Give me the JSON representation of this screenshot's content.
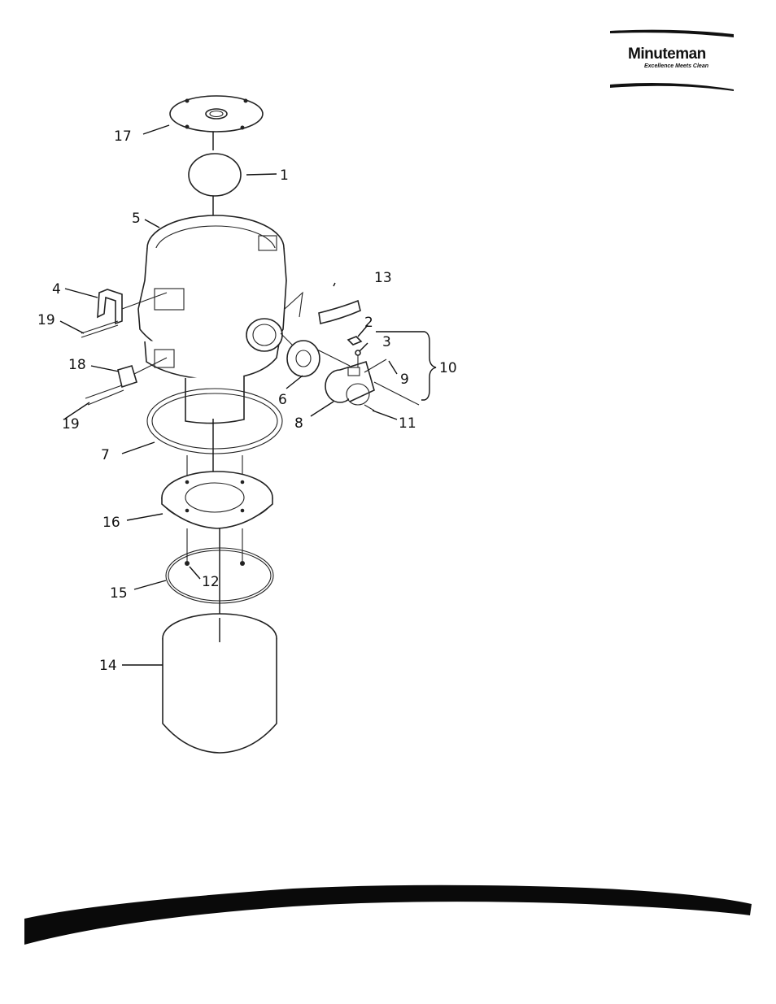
{
  "logo": {
    "brand": "Minuteman",
    "tagline": "Excellence Meets Clean"
  },
  "callouts": [
    {
      "id": "c17",
      "text": "17"
    },
    {
      "id": "c1",
      "text": "1"
    },
    {
      "id": "c5",
      "text": "5"
    },
    {
      "id": "c13",
      "text": "13"
    },
    {
      "id": "c4",
      "text": "4"
    },
    {
      "id": "c19a",
      "text": "19"
    },
    {
      "id": "c2",
      "text": "2"
    },
    {
      "id": "c3",
      "text": "3"
    },
    {
      "id": "c10",
      "text": "10"
    },
    {
      "id": "c18",
      "text": "18"
    },
    {
      "id": "c9",
      "text": "9"
    },
    {
      "id": "c6",
      "text": "6"
    },
    {
      "id": "c19b",
      "text": "19"
    },
    {
      "id": "c8",
      "text": "8"
    },
    {
      "id": "c11",
      "text": "11"
    },
    {
      "id": "c7",
      "text": "7"
    },
    {
      "id": "c16",
      "text": "16"
    },
    {
      "id": "c12",
      "text": "12"
    },
    {
      "id": "c15",
      "text": "15"
    },
    {
      "id": "c14",
      "text": "14"
    }
  ]
}
